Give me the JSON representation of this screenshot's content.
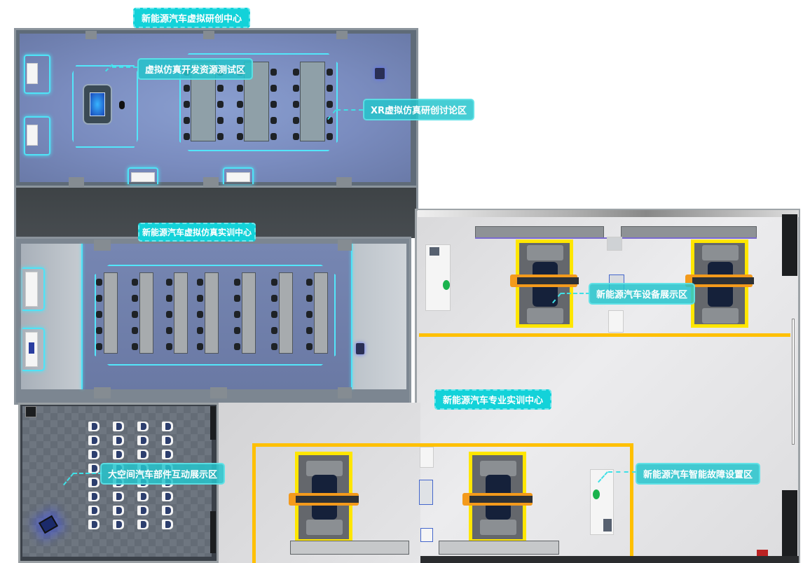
{
  "floorplan": {
    "sections": {
      "vr_rd_center": "新能源汽车虚拟研创中心",
      "vr_training_center": "新能源汽车虚拟仿真实训中心",
      "pro_training_center": "新能源汽车专业实训中心"
    },
    "zones": {
      "dev_test": "虚拟仿真开发资源测试区",
      "xr_discussion": "XR虚拟仿真研创讨论区",
      "equipment_display": "新能源汽车设备展示区",
      "parts_interactive": "大空间汽车部件互动展示区",
      "fault_setting": "新能源汽车智能故障设置区"
    }
  },
  "colors": {
    "label_bg": "#13d2d9",
    "zone_bg": "#26c4cc",
    "glow": "#4fe3f7",
    "safety_yellow": "#ffe600",
    "lane_orange": "#ffc000",
    "vr_floor": "#7a8cbf"
  }
}
